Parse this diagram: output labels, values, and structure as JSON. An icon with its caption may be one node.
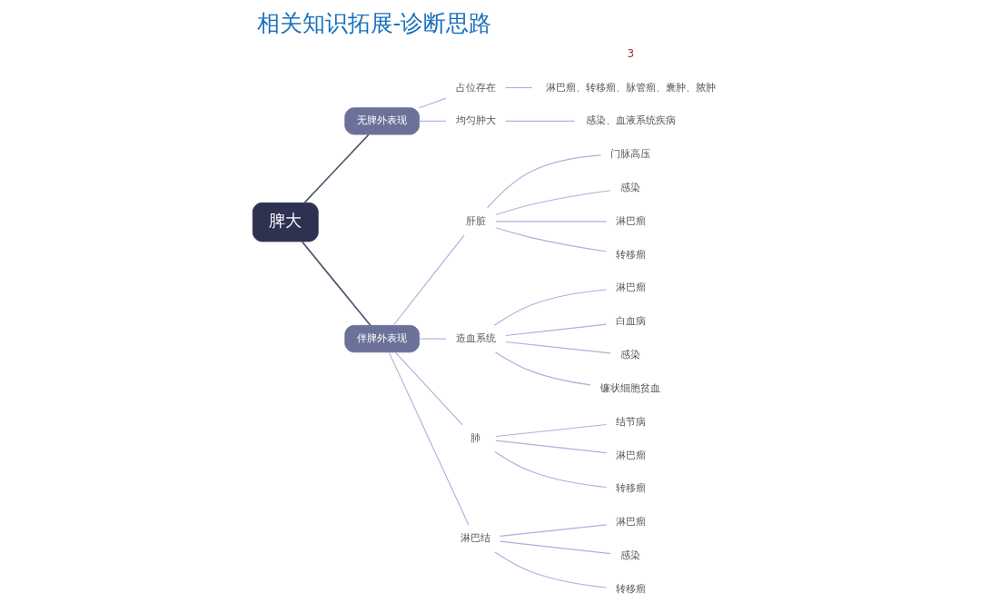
{
  "diagram": {
    "title": "相关知识拓展-诊断思路",
    "nodes": [
      {
        "text": [
          "脾大"
        ]
      },
      {
        "text": [
          "无脾外表现"
        ]
      },
      {
        "text": [
          "占位存在"
        ]
      },
      {
        "text": [
          "淋巴瘤、转移瘤、脉管瘤、囊肿、脓肿"
        ]
      },
      {
        "text": [
          "均匀肿大"
        ]
      },
      {
        "text": [
          "感染、血液系统疾病"
        ]
      },
      {
        "text": [
          "伴脾外表现"
        ]
      },
      {
        "text": [
          "肝脏"
        ]
      },
      {
        "text": [
          "门脉高压"
        ]
      },
      {
        "text": [
          "感染"
        ]
      },
      {
        "text": [
          "淋巴瘤"
        ]
      },
      {
        "text": [
          "转移瘤"
        ]
      },
      {
        "text": [
          "造血系统"
        ]
      },
      {
        "text": [
          "淋巴瘤"
        ]
      },
      {
        "text": [
          "白血病"
        ]
      },
      {
        "text": [
          "感染"
        ]
      },
      {
        "text": [
          "镰状细胞贫血"
        ]
      },
      {
        "text": [
          "肺"
        ]
      },
      {
        "text": [
          "结节病"
        ]
      },
      {
        "text": [
          "淋巴瘤"
        ]
      },
      {
        "text": [
          "转移瘤"
        ]
      },
      {
        "text": [
          "淋巴结"
        ]
      },
      {
        "text": [
          "淋巴瘤"
        ]
      },
      {
        "text": [
          "感染"
        ]
      },
      {
        "text": [
          "转移瘤"
        ]
      }
    ],
    "edges": [
      {
        "from": 0,
        "to": 1,
        "arrow": "none",
        "color": "#4f5670"
      },
      {
        "from": 1,
        "to": 2,
        "arrow": "none"
      },
      {
        "from": 2,
        "to": 3,
        "arrow": "none"
      },
      {
        "from": 1,
        "to": 4,
        "arrow": "none"
      },
      {
        "from": 4,
        "to": 5,
        "arrow": "none"
      },
      {
        "from": 0,
        "to": 6,
        "arrow": "none",
        "color": "#4f5670"
      },
      {
        "from": 6,
        "to": 7,
        "arrow": "none"
      },
      {
        "from": 7,
        "to": 8,
        "arrow": "none"
      },
      {
        "from": 7,
        "to": 9,
        "arrow": "none"
      },
      {
        "from": 7,
        "to": 10,
        "arrow": "none"
      },
      {
        "from": 7,
        "to": 11,
        "arrow": "none"
      },
      {
        "from": 6,
        "to": 12,
        "arrow": "none"
      },
      {
        "from": 12,
        "to": 13,
        "arrow": "none"
      },
      {
        "from": 12,
        "to": 14,
        "arrow": "none"
      },
      {
        "from": 12,
        "to": 15,
        "arrow": "none"
      },
      {
        "from": 12,
        "to": 16,
        "arrow": "none"
      },
      {
        "from": 6,
        "to": 17,
        "arrow": "none"
      },
      {
        "from": 17,
        "to": 18,
        "arrow": "none"
      },
      {
        "from": 17,
        "to": 19,
        "arrow": "none"
      },
      {
        "from": 17,
        "to": 20,
        "arrow": "none"
      },
      {
        "from": 6,
        "to": 21,
        "arrow": "none"
      },
      {
        "from": 21,
        "to": 22,
        "arrow": "none"
      },
      {
        "from": 21,
        "to": 23,
        "arrow": "none"
      },
      {
        "from": 21,
        "to": 24,
        "arrow": "none"
      }
    ],
    "labels": [
      "3"
    ]
  }
}
